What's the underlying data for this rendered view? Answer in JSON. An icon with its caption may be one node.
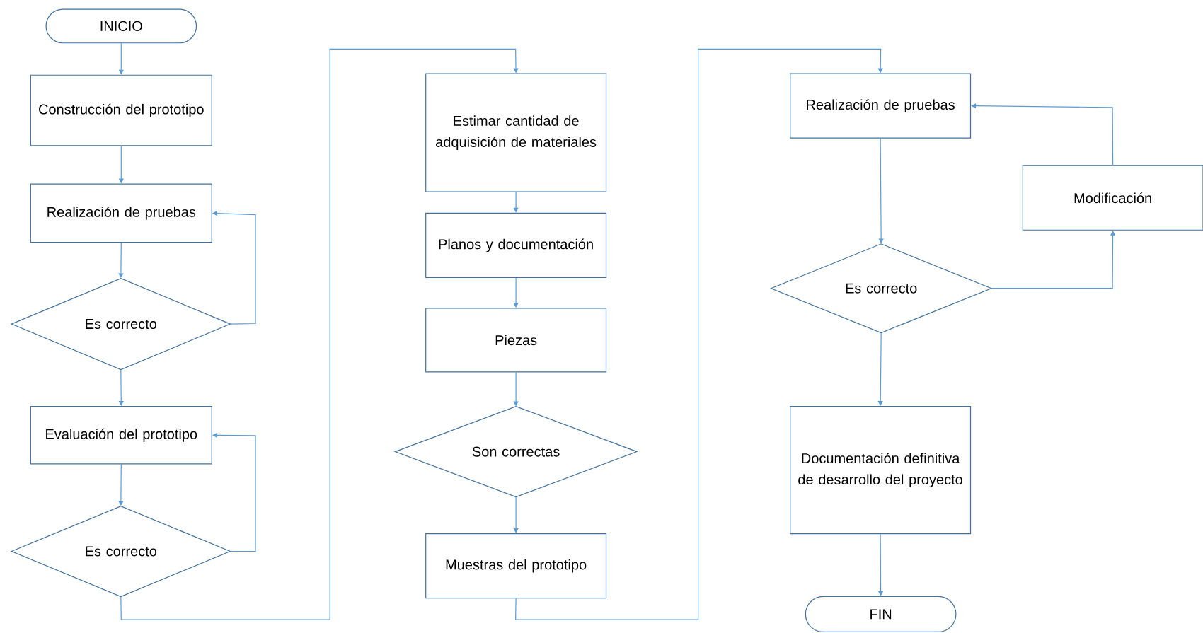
{
  "diagram": {
    "nodes": [
      {
        "text": [
          "INICIO"
        ]
      },
      {
        "text": [
          "Construcción del prototipo"
        ]
      },
      {
        "text": [
          "Realización de pruebas"
        ]
      },
      {
        "text": [
          "Es correcto"
        ]
      },
      {
        "text": [
          "Evaluación del prototipo"
        ]
      },
      {
        "text": [
          "Es correcto"
        ]
      },
      {
        "text": [
          "Estimar cantidad de adquisición de materiales"
        ]
      },
      {
        "text": [
          "Planos y documentación"
        ]
      },
      {
        "text": [
          "Piezas"
        ]
      },
      {
        "text": [
          "Son correctas"
        ]
      },
      {
        "text": [
          "Muestras del prototipo"
        ]
      },
      {
        "text": [
          "Realización de pruebas"
        ]
      },
      {
        "text": [
          "Modificación"
        ]
      },
      {
        "text": [
          "Es correcto"
        ]
      },
      {
        "text": [
          "Documentación definitiva de desarrollo del proyecto"
        ]
      },
      {
        "text": [
          "FIN"
        ]
      }
    ],
    "edges": [
      {
        "from": 0,
        "to": 1,
        "arrow": "to"
      },
      {
        "from": 1,
        "to": 2,
        "arrow": "to"
      },
      {
        "from": 2,
        "to": 3,
        "arrow": "to"
      },
      {
        "from": 3,
        "to": 2,
        "arrow": "to"
      },
      {
        "from": 3,
        "to": 4,
        "arrow": "to"
      },
      {
        "from": 4,
        "to": 5,
        "arrow": "to"
      },
      {
        "from": 5,
        "to": 4,
        "arrow": "to"
      },
      {
        "from": 5,
        "to": 6,
        "arrow": "to"
      },
      {
        "from": 6,
        "to": 7,
        "arrow": "to"
      },
      {
        "from": 7,
        "to": 8,
        "arrow": "to"
      },
      {
        "from": 8,
        "to": 9,
        "arrow": "to"
      },
      {
        "from": 9,
        "to": 10,
        "arrow": "to"
      },
      {
        "from": 10,
        "to": 11,
        "arrow": "to"
      },
      {
        "from": 11,
        "to": 13,
        "arrow": "to"
      },
      {
        "from": 13,
        "to": 12,
        "arrow": "to"
      },
      {
        "from": 12,
        "to": 11,
        "arrow": "to"
      },
      {
        "from": 13,
        "to": 14,
        "arrow": "to"
      },
      {
        "from": 14,
        "to": 15,
        "arrow": "to"
      }
    ]
  }
}
